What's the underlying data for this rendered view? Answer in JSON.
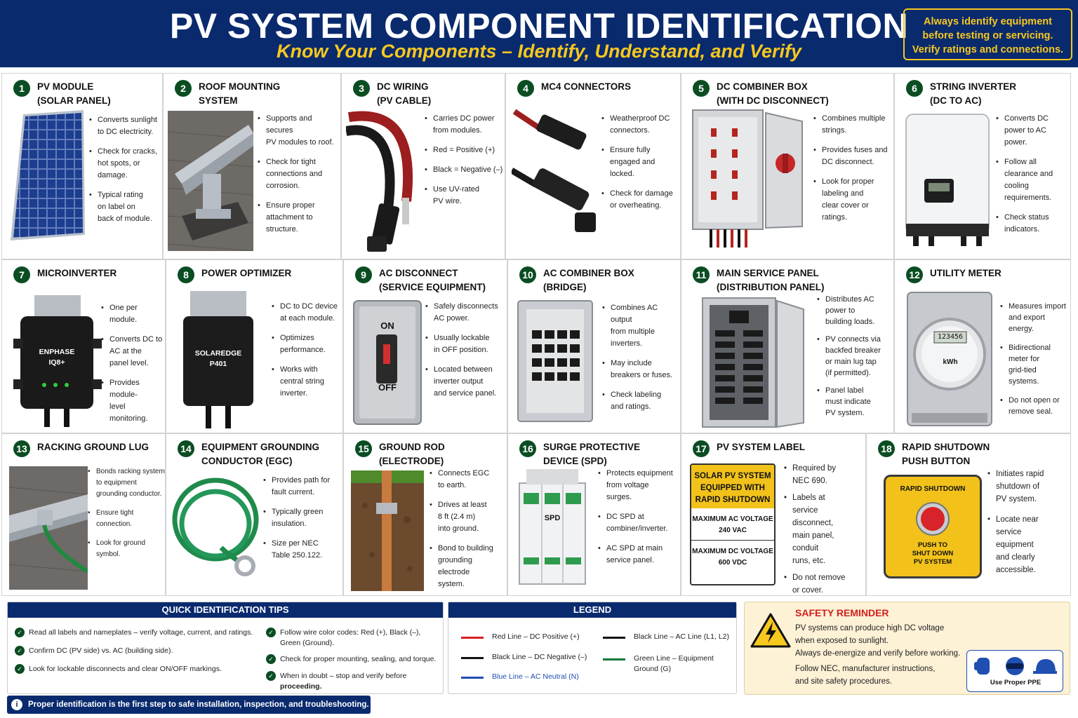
{
  "header": {
    "title": "PV SYSTEM COMPONENT IDENTIFICATION",
    "subtitle": "Know Your Components – Identify, Understand, and Verify",
    "note_lines": [
      "Always identify equipment",
      "before testing or servicing.",
      "Verify ratings and connections."
    ]
  },
  "cards": [
    {
      "num": "1",
      "title": [
        "PV MODULE",
        "(SOLAR PANEL)"
      ],
      "icon": "solar-panel-icon",
      "bullets": [
        [
          "Converts sunlight",
          "to DC electricity."
        ],
        [
          "Check for cracks,",
          "hot spots, or",
          "damage."
        ],
        [
          "Typical rating",
          "on label on",
          "back of module."
        ]
      ]
    },
    {
      "num": "2",
      "title": [
        "ROOF MOUNTING",
        "SYSTEM"
      ],
      "icon": "roof-rail-icon",
      "bullets": [
        [
          "Supports and secures",
          "PV modules to roof."
        ],
        [
          "Check for tight",
          "connections and",
          "corrosion."
        ],
        [
          "Ensure proper",
          "attachment to",
          "structure."
        ]
      ]
    },
    {
      "num": "3",
      "title": [
        "DC WIRING",
        "(PV CABLE)"
      ],
      "icon": "pv-cable-icon",
      "bullets": [
        [
          "Carries DC power",
          "from modules."
        ],
        [
          "Red = Positive (+)"
        ],
        [
          "Black = Negative (–)"
        ],
        [
          "Use UV-rated",
          "PV wire."
        ]
      ]
    },
    {
      "num": "4",
      "title": [
        "MC4 CONNECTORS"
      ],
      "icon": "mc4-connector-icon",
      "bullets": [
        [
          "Weatherproof DC",
          "connectors."
        ],
        [
          "Ensure fully",
          "engaged and",
          "locked."
        ],
        [
          "Check for damage",
          "or overheating."
        ]
      ]
    },
    {
      "num": "5",
      "title": [
        "DC COMBINER BOX",
        "(WITH DC DISCONNECT)"
      ],
      "icon": "combiner-box-icon",
      "bullets": [
        [
          "Combines multiple",
          "strings."
        ],
        [
          "Provides fuses and",
          "DC disconnect."
        ],
        [
          "Look for proper",
          "labeling and",
          "clear cover or",
          "ratings."
        ]
      ]
    },
    {
      "num": "6",
      "title": [
        "STRING INVERTER",
        "(DC TO AC)"
      ],
      "icon": "inverter-icon",
      "bullets": [
        [
          "Converts DC",
          "power to AC",
          "power."
        ],
        [
          "Follow all",
          "clearance and",
          "cooling",
          "requirements."
        ],
        [
          "Check status",
          "indicators."
        ]
      ]
    },
    {
      "num": "7",
      "title": [
        "MICROINVERTER"
      ],
      "icon": "microinverter-icon",
      "device_label": [
        "ENPHASE",
        "IQ8+"
      ],
      "bullets": [
        [
          "One per module."
        ],
        [
          "Converts DC to",
          "AC at the",
          "panel level."
        ],
        [
          "Provides module-",
          "level monitoring."
        ]
      ]
    },
    {
      "num": "8",
      "title": [
        "POWER OPTIMIZER"
      ],
      "icon": "optimizer-icon",
      "device_label": [
        "SOLAREDGE",
        "P401"
      ],
      "bullets": [
        [
          "DC to DC device",
          "at each module."
        ],
        [
          "Optimizes",
          "performance."
        ],
        [
          "Works with",
          "central string",
          "inverter."
        ]
      ]
    },
    {
      "num": "9",
      "title": [
        "AC DISCONNECT",
        "(SERVICE EQUIPMENT)"
      ],
      "icon": "disconnect-switch-icon",
      "device_label": [
        "ON",
        "OFF"
      ],
      "bullets": [
        [
          "Safely disconnects",
          "AC power."
        ],
        [
          "Usually lockable",
          "in OFF position."
        ],
        [
          "Located between",
          "inverter output",
          "and service panel."
        ]
      ]
    },
    {
      "num": "10",
      "title": [
        "AC COMBINER BOX",
        "(BRIDGE)"
      ],
      "icon": "breaker-box-icon",
      "bullets": [
        [
          "Combines AC output",
          "from multiple",
          "inverters."
        ],
        [
          "May include",
          "breakers or fuses."
        ],
        [
          "Check labeling",
          "and ratings."
        ]
      ]
    },
    {
      "num": "11",
      "title": [
        "MAIN SERVICE PANEL",
        "(DISTRIBUTION PANEL)"
      ],
      "icon": "service-panel-icon",
      "bullets": [
        [
          "Distributes AC",
          "power to",
          "building loads."
        ],
        [
          "PV connects via",
          "backfed breaker",
          "or main lug tap",
          "(if permitted)."
        ],
        [
          "Panel label",
          "must indicate",
          "PV system."
        ]
      ]
    },
    {
      "num": "12",
      "title": [
        "UTILITY METER"
      ],
      "icon": "utility-meter-icon",
      "device_label": [
        "123456",
        "kWh"
      ],
      "bullets": [
        [
          "Measures import",
          "and export",
          "energy."
        ],
        [
          "Bidirectional",
          "meter for",
          "grid-tied",
          "systems."
        ],
        [
          "Do not open or",
          "remove seal."
        ]
      ]
    },
    {
      "num": "13",
      "title": [
        "RACKING GROUND LUG"
      ],
      "icon": "ground-lug-icon",
      "bullets": [
        [
          "Bonds racking system",
          "to equipment",
          "grounding conductor."
        ],
        [
          "Ensure tight",
          "connection."
        ],
        [
          "Look for ground",
          "symbol."
        ]
      ]
    },
    {
      "num": "14",
      "title": [
        "EQUIPMENT GROUNDING",
        "CONDUCTOR (EGC)"
      ],
      "icon": "green-wire-icon",
      "bullets": [
        [
          "Provides path for",
          "fault current."
        ],
        [
          "Typically green",
          "insulation."
        ],
        [
          "Size per NEC",
          "Table 250.122."
        ]
      ]
    },
    {
      "num": "15",
      "title": [
        "GROUND ROD",
        "(ELECTRODE)"
      ],
      "icon": "ground-rod-icon",
      "bullets": [
        [
          "Connects EGC",
          "to earth."
        ],
        [
          "Drives at least",
          "8 ft (2.4 m)",
          "into ground."
        ],
        [
          "Bond to building",
          "grounding",
          "electrode",
          "system."
        ]
      ]
    },
    {
      "num": "16",
      "title": [
        "SURGE PROTECTIVE",
        "DEVICE (SPD)"
      ],
      "icon": "spd-icon",
      "device_label": [
        "SPD"
      ],
      "bullets": [
        [
          "Protects equipment",
          "from voltage",
          "surges."
        ],
        [
          "DC SPD at",
          "combiner/inverter."
        ],
        [
          "AC SPD at main",
          "service panel."
        ]
      ]
    },
    {
      "num": "17",
      "title": [
        "PV SYSTEM LABEL"
      ],
      "icon": "warning-label-icon",
      "label_sign": {
        "top": [
          "SOLAR PV SYSTEM",
          "EQUIPPED WITH",
          "RAPID SHUTDOWN"
        ],
        "ac": [
          "MAXIMUM AC VOLTAGE",
          "240 VAC"
        ],
        "dc": [
          "MAXIMUM DC VOLTAGE",
          "600 VDC"
        ]
      },
      "bullets": [
        [
          "Required by",
          "NEC 690."
        ],
        [
          "Labels at",
          "service",
          "disconnect,",
          "main panel,",
          "conduit",
          "runs, etc."
        ],
        [
          "Do not remove",
          "or cover."
        ]
      ]
    },
    {
      "num": "18",
      "title": [
        "RAPID SHUTDOWN",
        "PUSH BUTTON"
      ],
      "icon": "push-button-icon",
      "device_label": [
        "RAPID SHUTDOWN",
        "PUSH TO",
        "SHUT DOWN",
        "PV SYSTEM"
      ],
      "bullets": [
        [
          "Initiates rapid",
          "shutdown of",
          "PV system."
        ],
        [
          "Locate near",
          "service",
          "equipment",
          "and clearly",
          "accessible."
        ]
      ]
    }
  ],
  "tips": {
    "title": "QUICK IDENTIFICATION TIPS",
    "items": [
      [
        "Read all labels and nameplates – verify voltage, current, and ratings."
      ],
      [
        "Confirm DC (PV side) vs. AC (building side)."
      ],
      [
        "Look for lockable disconnects and clear ON/OFF markings."
      ],
      [
        "Follow wire color codes: Red (+), Black (–),",
        "Green (Ground)."
      ],
      [
        "Check for proper mounting, sealing, and torque."
      ],
      [
        "When in doubt – stop and verify before",
        "proceeding."
      ]
    ]
  },
  "legend": {
    "title": "LEGEND",
    "items": [
      {
        "text": [
          "Red Line – DC Positive (+)"
        ],
        "color": "#d32020"
      },
      {
        "text": [
          "Black Line – DC Negative (–)"
        ],
        "color": "#111111"
      },
      {
        "text": [
          "Blue Line – AC Neutral (N)"
        ],
        "color": "#1f4fb0"
      },
      {
        "text": [
          "Black Line – AC Line (L1, L2)"
        ],
        "color": "#111111"
      },
      {
        "text": [
          "Green Line – Equipment",
          "Ground (G)"
        ],
        "color": "#157a3a"
      }
    ]
  },
  "safety": {
    "title": "SAFETY REMINDER",
    "lines": [
      "PV systems can produce high DC voltage",
      "when exposed to sunlight.",
      "Always de-energize and verify before working.",
      "Follow NEC, manufacturer instructions,",
      "and site safety procedures."
    ],
    "ppe_label": "Use Proper PPE",
    "icons": [
      "high-voltage-icon",
      "gloves-icon",
      "safety-glasses-icon",
      "hard-hat-icon"
    ]
  },
  "footer": {
    "text": "Proper identification is the first step to safe installation, inspection, and troubleshooting."
  },
  "colors": {
    "navy": "#0a2a6e",
    "gold": "#f7c81e",
    "green": "#0b4d22",
    "red": "#d32020"
  }
}
